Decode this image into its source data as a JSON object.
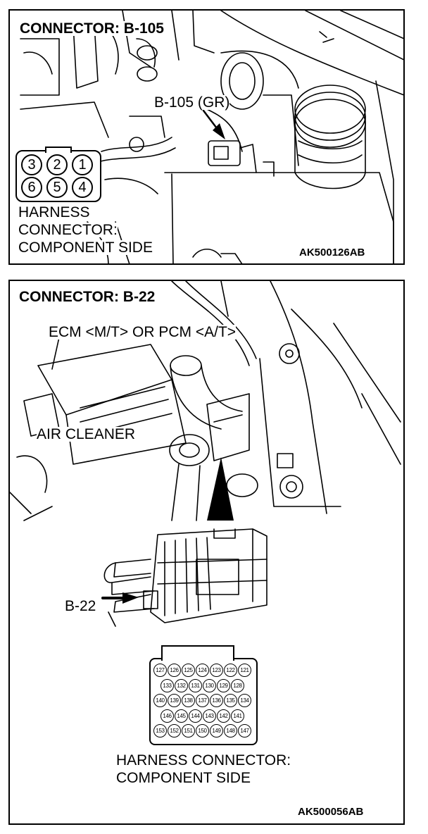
{
  "panels": [
    {
      "title": "CONNECTOR: B-105",
      "callout": "B-105 (GR)",
      "harness_label": [
        "HARNESS",
        "CONNECTOR:",
        "COMPONENT SIDE"
      ],
      "code": "AK500126AB",
      "pins": [
        "3",
        "2",
        "1",
        "6",
        "5",
        "4"
      ]
    },
    {
      "title": "CONNECTOR: B-22",
      "callout_ecm": "ECM <M/T> OR PCM <A/T>",
      "callout_air": "AIR CLEANER",
      "callout_conn": "B-22",
      "harness_label": [
        "HARNESS CONNECTOR:",
        "COMPONENT SIDE"
      ],
      "code": "AK500056AB",
      "pins": [
        [
          "127",
          "126",
          "125",
          "124",
          "123",
          "122",
          "121"
        ],
        [
          "133",
          "132",
          "131",
          "130",
          "129",
          "128"
        ],
        [
          "140",
          "139",
          "138",
          "137",
          "136",
          "135",
          "134"
        ],
        [
          "146",
          "145",
          "144",
          "143",
          "142",
          "141"
        ],
        [
          "153",
          "152",
          "151",
          "150",
          "149",
          "148",
          "147"
        ]
      ]
    }
  ]
}
